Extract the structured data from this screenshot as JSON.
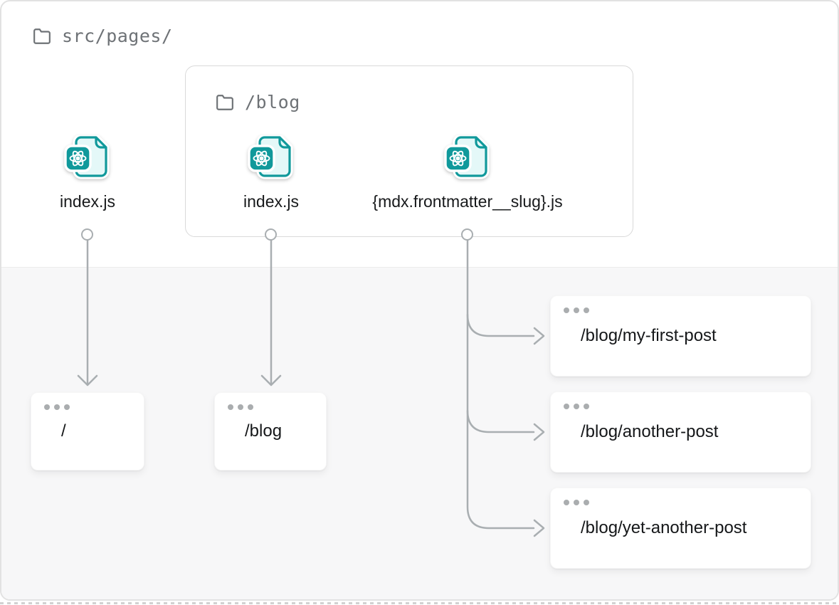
{
  "diagram": {
    "source_root": {
      "label": "src/pages/"
    },
    "standalone_file": {
      "label": "index.js",
      "icon": "react-file"
    },
    "blog_folder": {
      "label": "/blog",
      "files": [
        {
          "label": "index.js",
          "icon": "react-file"
        },
        {
          "label": "{mdx.frontmatter__slug}.js",
          "icon": "react-file"
        }
      ]
    },
    "routes": [
      {
        "label": "/"
      },
      {
        "label": "/blog"
      },
      {
        "label": "/blog/my-first-post"
      },
      {
        "label": "/blog/another-post"
      },
      {
        "label": "/blog/yet-another-post"
      }
    ],
    "connections": [
      {
        "from": "src/pages/index.js",
        "to": "/"
      },
      {
        "from": "src/pages/blog/index.js",
        "to": "/blog"
      },
      {
        "from": "src/pages/blog/{mdx.frontmatter__slug}.js",
        "to": "/blog/my-first-post"
      },
      {
        "from": "src/pages/blog/{mdx.frontmatter__slug}.js",
        "to": "/blog/another-post"
      },
      {
        "from": "src/pages/blog/{mdx.frontmatter__slug}.js",
        "to": "/blog/yet-another-post"
      }
    ],
    "colors": {
      "teal": "#10999b",
      "teal_light": "#e4f8f8",
      "line_gray": "#a9aeb1",
      "mono_text_gray": "#6e7276",
      "label_black": "#17191b",
      "bg_bottom": "#f7f7f8"
    }
  }
}
